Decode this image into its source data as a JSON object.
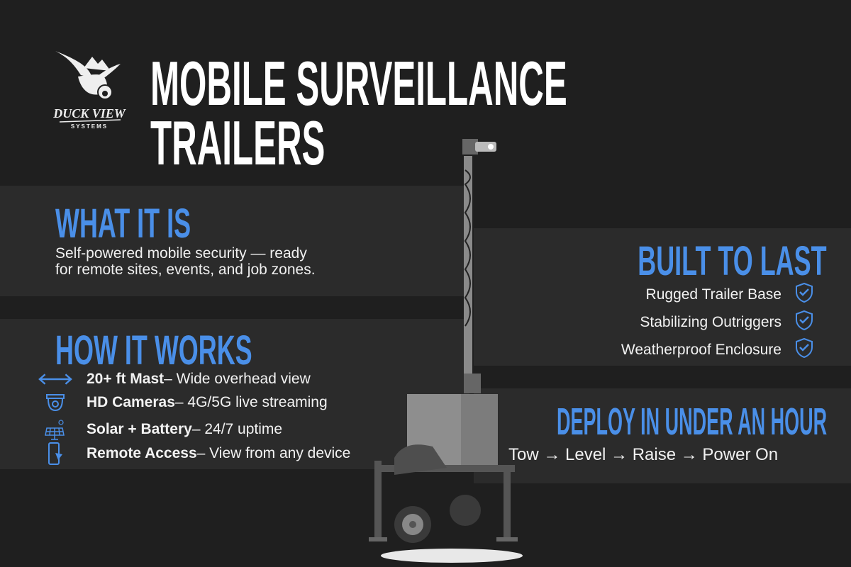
{
  "logo": {
    "brand": "Duck View",
    "sub": "Systems",
    "icon": "duck-with-camera-logo"
  },
  "title": {
    "line1": "MOBILE SURVEILLANCE",
    "line2": "TRAILERS"
  },
  "what_it_is": {
    "heading": "WHAT IT IS",
    "line1": "Self-powered mobile security — ready",
    "line2": "for remote sites, events, and job zones."
  },
  "how_it_works": {
    "heading": "HOW IT WORKS",
    "items": [
      {
        "icon": "double-arrow-icon",
        "bold": "20+ ft Mast",
        "text": " – Wide overhead view"
      },
      {
        "icon": "dome-camera-icon",
        "bold": "HD Cameras",
        "text": " – 4G/5G live streaming"
      },
      {
        "icon": "solar-panel-icon",
        "bold": "Solar + Battery",
        "text": " – 24/7 uptime"
      },
      {
        "icon": "smartphone-icon",
        "bold": "Remote Access",
        "text": " – View from any device"
      }
    ]
  },
  "built_to_last": {
    "heading": "BUILT TO LAST",
    "items": [
      "Rugged Trailer Base",
      "Stabilizing Outriggers",
      "Weatherproof Enclosure"
    ],
    "icon": "shield-check-icon"
  },
  "deploy": {
    "heading": "DEPLOY IN UNDER AN HOUR",
    "steps": "Tow → Level → Raise → Power On"
  },
  "colors": {
    "background": "#1f1f1f",
    "panel": "#2b2b2b",
    "accent": "#4a8fe8",
    "text": "#f2f2f2"
  }
}
